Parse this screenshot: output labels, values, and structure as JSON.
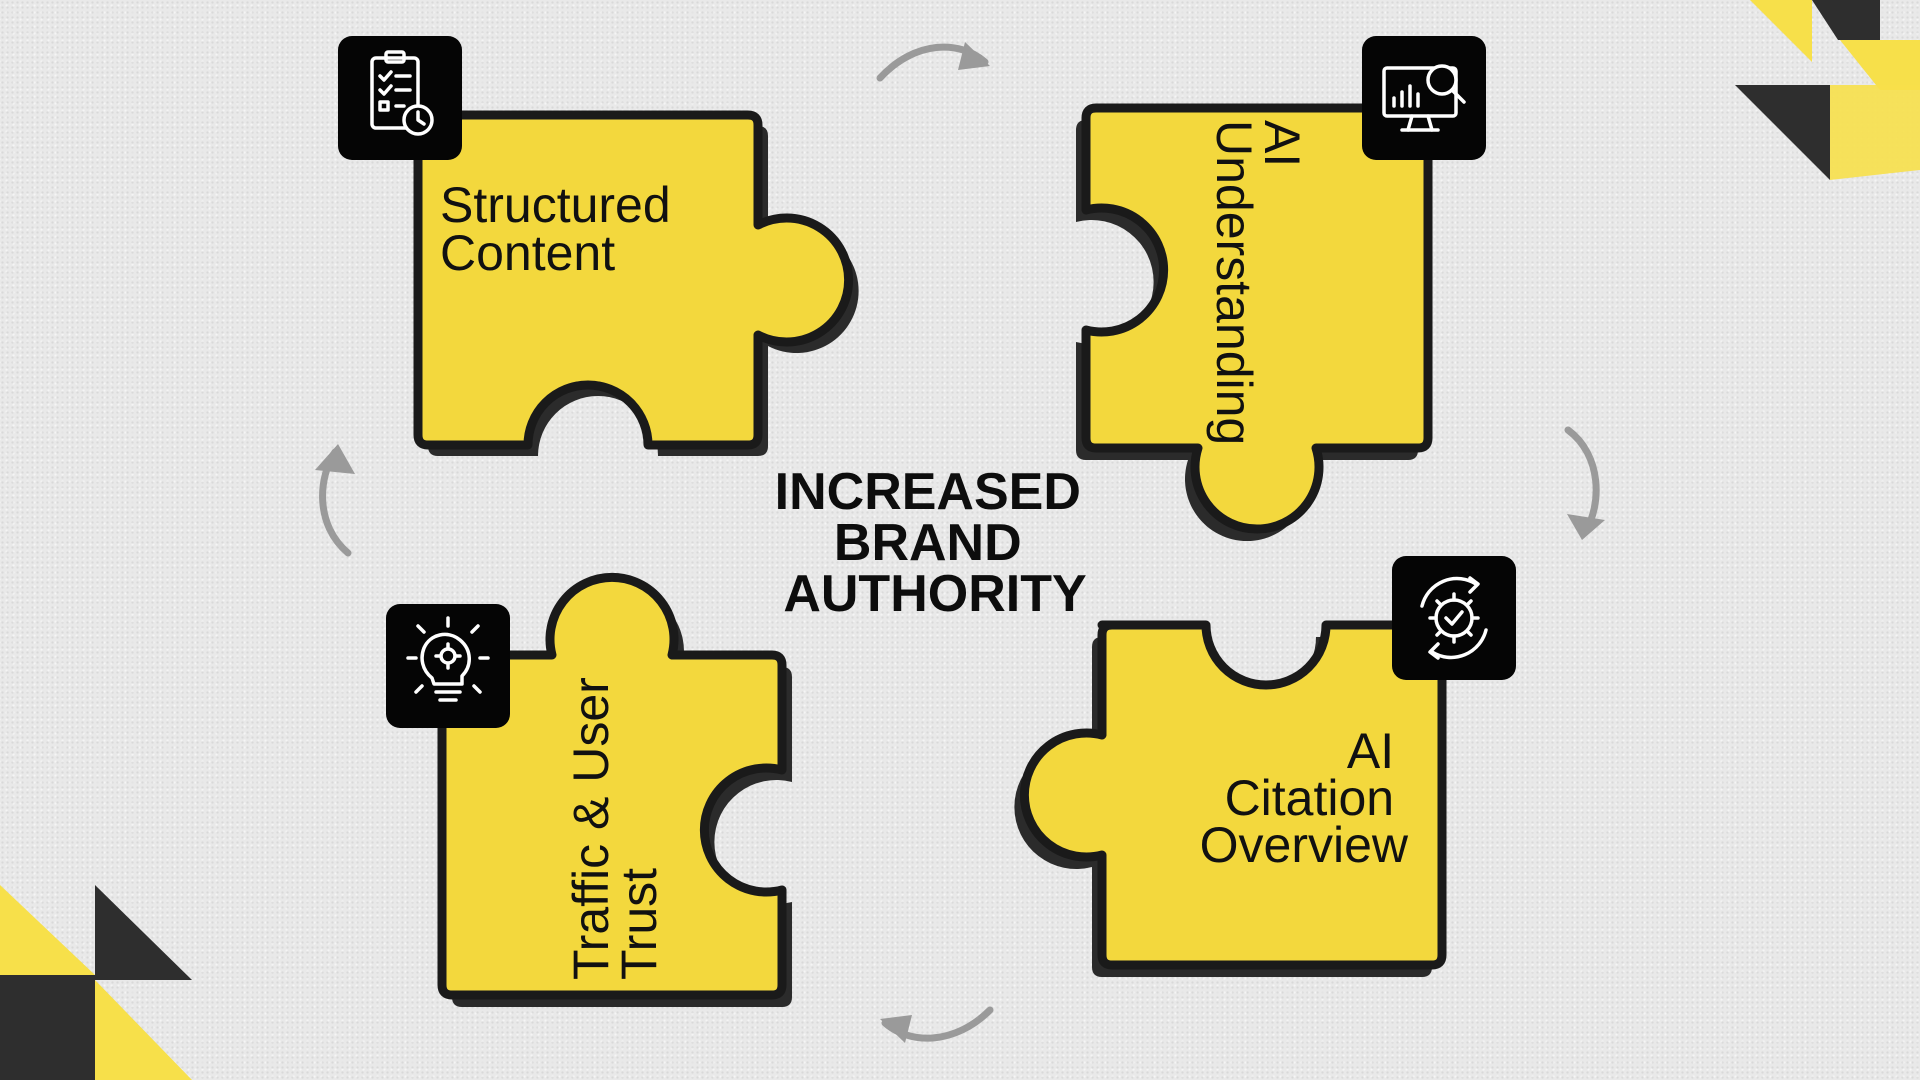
{
  "center": {
    "lines": [
      "INCREASED",
      "BRAND",
      "AUTHORITY"
    ]
  },
  "pieces": [
    {
      "label_lines": [
        "Structured",
        "Content"
      ],
      "icon": "checklist-clock-icon"
    },
    {
      "label_lines": [
        "AI",
        "Understanding"
      ],
      "icon": "monitor-chart-search-icon"
    },
    {
      "label_lines": [
        "AI",
        "Citation",
        "Overview"
      ],
      "icon": "gear-check-cycle-icon"
    },
    {
      "label_lines": [
        "Traffic & User",
        "Trust"
      ],
      "icon": "lightbulb-gear-icon"
    }
  ],
  "colors": {
    "piece": "#f3d83d",
    "outline": "#1a1a1a",
    "shadow": "#2b2b2b",
    "icon_tile": "#050505",
    "arrow": "#9a9a9a",
    "accent_yellow": "#f7e04a",
    "accent_dark": "#2e2e2e"
  },
  "arrows": [
    "arrow-top",
    "arrow-right",
    "arrow-bottom",
    "arrow-left"
  ]
}
